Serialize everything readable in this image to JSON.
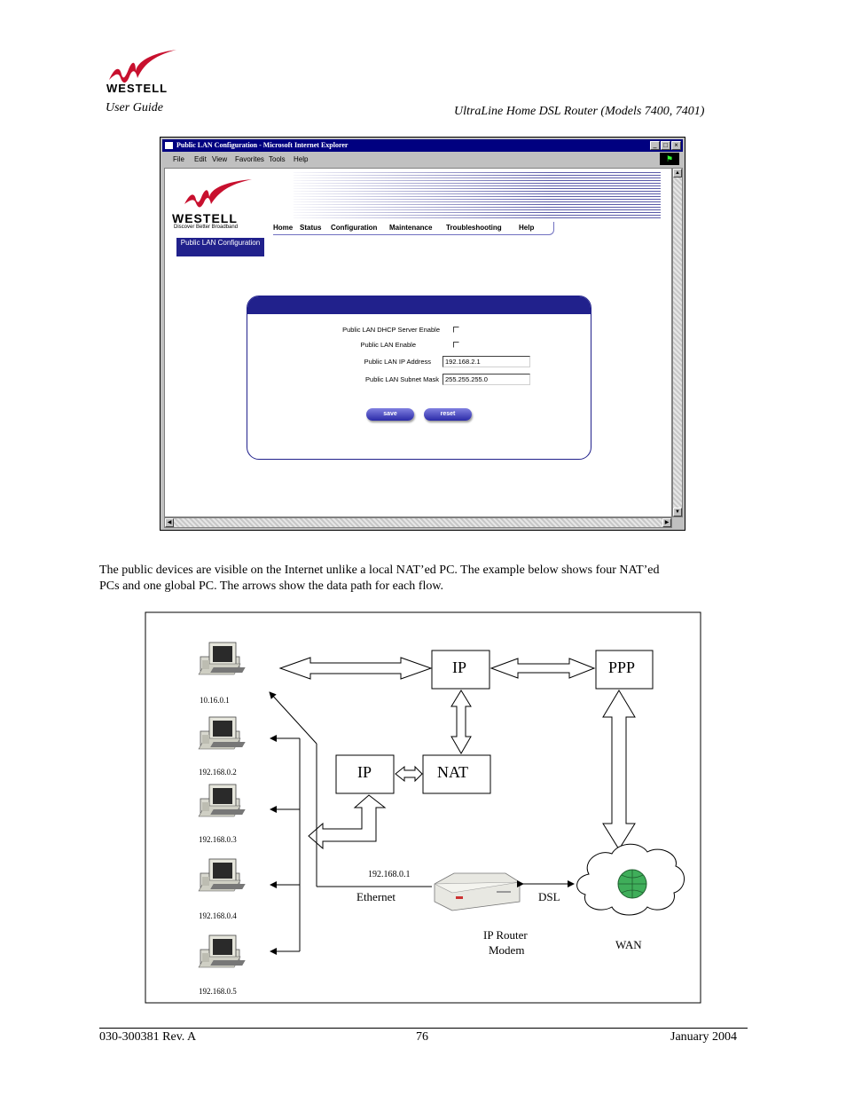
{
  "document": {
    "brand": "WESTELL",
    "guide_label": "User Guide",
    "doc_title": "UltraLine Home DSL Router (Models 7400, 7401)",
    "paragraph_lines": [
      "The public devices are visible on the Internet unlike a local NAT’ed PC. The example below shows four NAT’ed",
      "PCs and one global PC. The arrows show the data path for each flow."
    ],
    "footer": {
      "doc_number": "030-300381 Rev. A",
      "page": "76",
      "date": "January 2004"
    }
  },
  "screenshot": {
    "window_title": "Public LAN Configuration - Microsoft Internet Explorer",
    "menu": [
      "File",
      "Edit",
      "View",
      "Favorites",
      "Tools",
      "Help"
    ],
    "brand": "WESTELL",
    "tagline": "Discover  Better  Broadband",
    "nav": [
      "Home",
      "Status",
      "Configuration",
      "Maintenance",
      "Troubleshooting",
      "Help"
    ],
    "page_badge": "Public LAN Configuration",
    "form": {
      "dhcp_label": "Public LAN DHCP Server Enable",
      "enable_label": "Public LAN Enable",
      "ip_label": "Public LAN IP Address",
      "ip_value": "192.168.2.1",
      "mask_label": "Public LAN Subnet Mask",
      "mask_value": "255.255.255.0",
      "save_label": "save",
      "reset_label": "reset"
    }
  },
  "diagram": {
    "pcs": [
      "10.16.0.1",
      "192.168.0.2",
      "192.168.0.3",
      "192.168.0.4",
      "192.168.0.5"
    ],
    "boxes": {
      "ip_top": "IP",
      "ppp": "PPP",
      "ip_left": "IP",
      "nat": "NAT"
    },
    "router_ip": "192.168.0.1",
    "ethernet_label": "Ethernet",
    "dsl_label": "DSL",
    "router_label_1": "IP Router",
    "router_label_2": "Modem",
    "wan_label": "WAN"
  },
  "colors": {
    "navy": "#21218c",
    "titlebar": "#000080",
    "logo_red": "#c8102e"
  }
}
